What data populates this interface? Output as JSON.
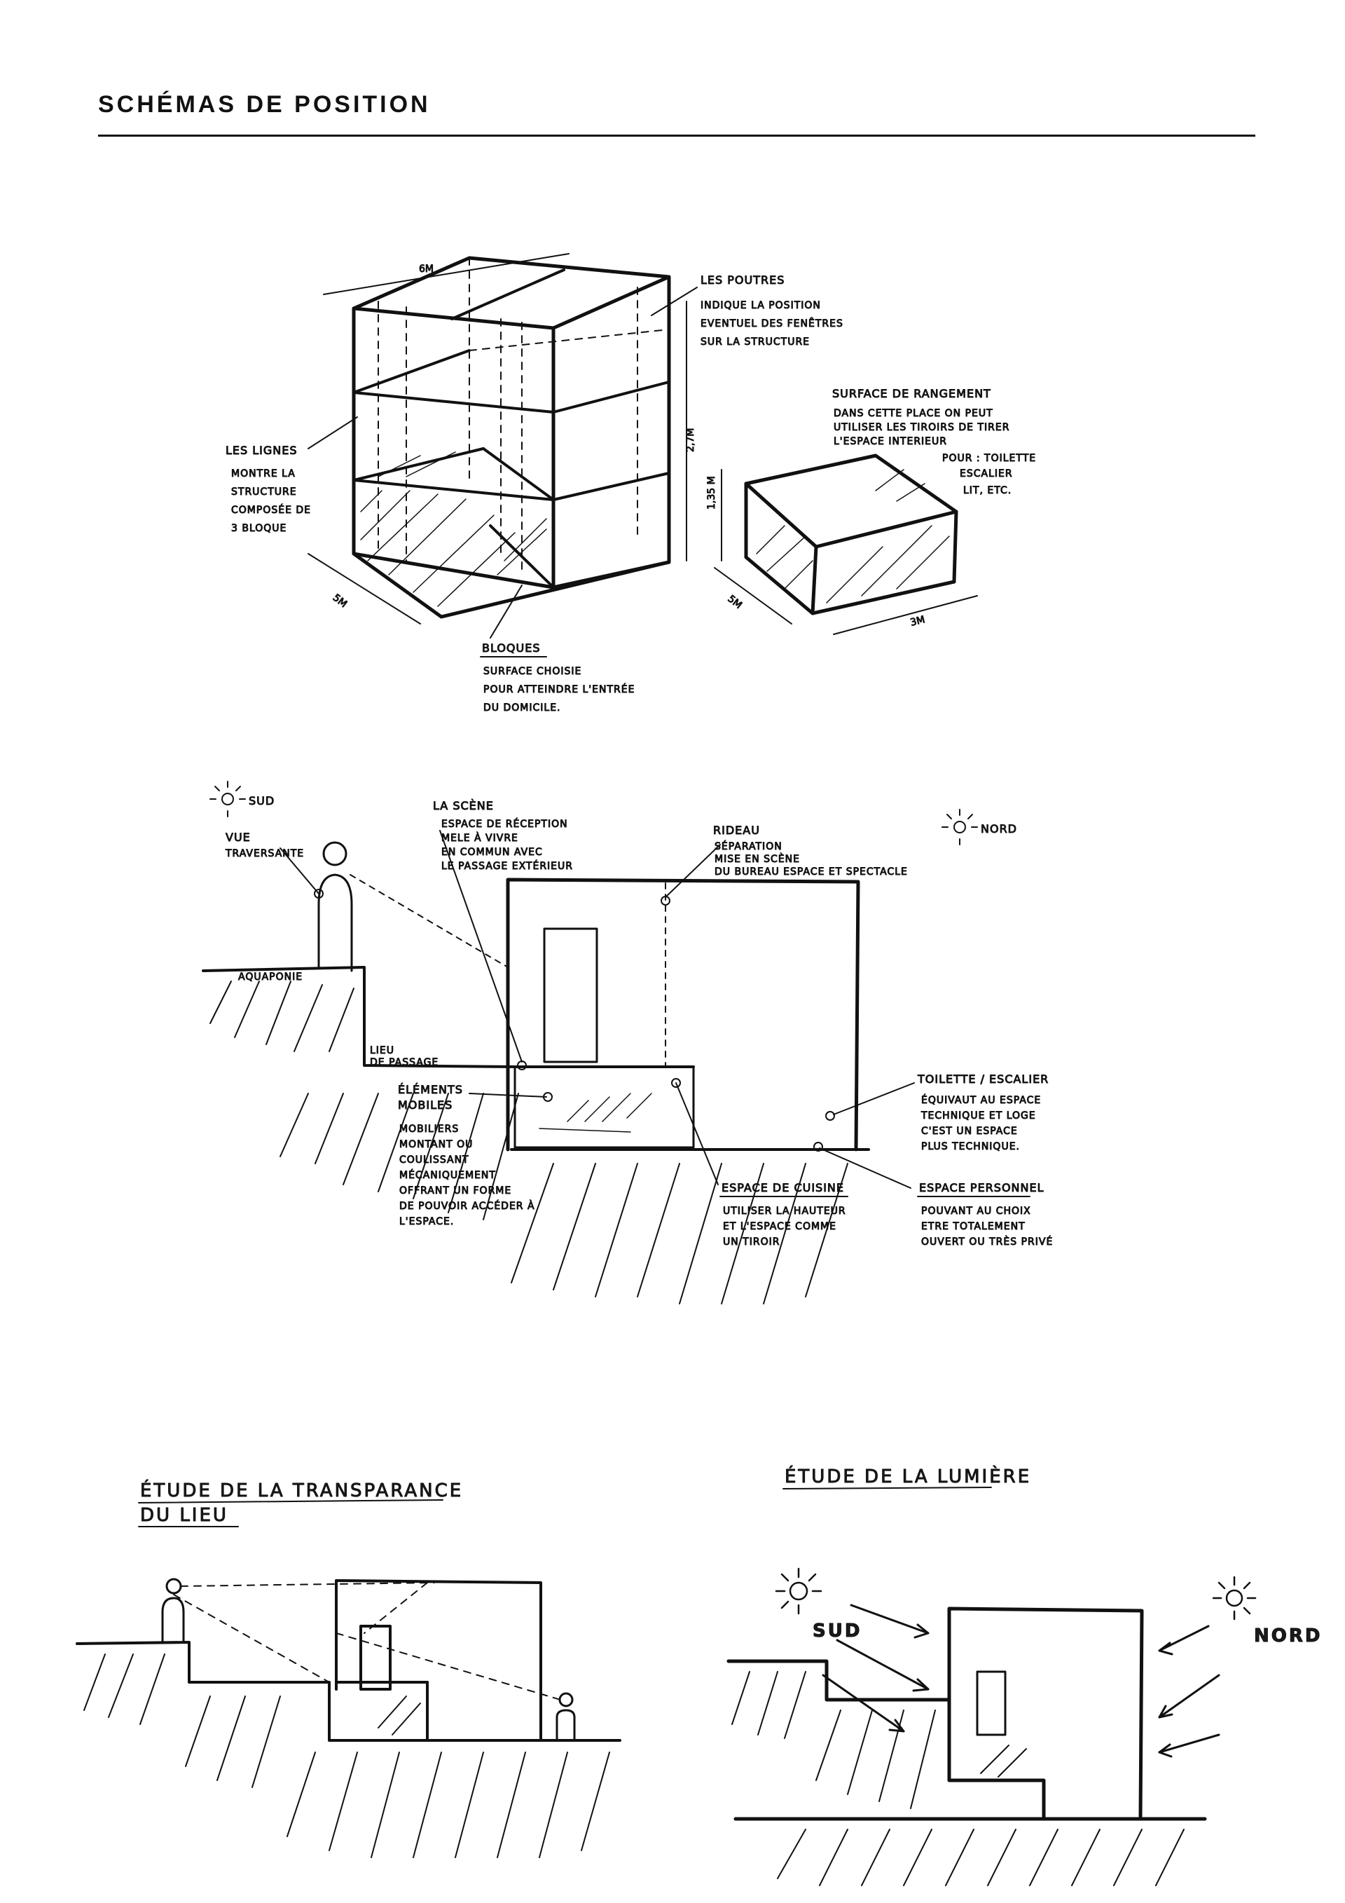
{
  "page": {
    "title": "SCHÉMAS DE POSITION"
  },
  "sketch1": {
    "dim_width": "6M",
    "dim_depth": "5M",
    "dim_height": "2,7M",
    "poutres": {
      "title": "LES POUTRES",
      "lines": [
        "INDIQUE LA POSITION",
        "EVENTUEL DES FENÊTRES",
        "SUR LA STRUCTURE"
      ]
    },
    "lignes": {
      "title": "LES LIGNES",
      "lines": [
        "MONTRE LA",
        "STRUCTURE",
        "COMPOSÉE DE",
        "3 BLOQUE"
      ]
    },
    "blocks": {
      "title": "BLOQUES",
      "lines": [
        "SURFACE CHOISIE",
        "POUR ATTEINDRE L'ENTRÉE",
        "DU DOMICILE."
      ]
    },
    "rangement": {
      "title": "SURFACE DE RANGEMENT",
      "lines": [
        "DANS CETTE PLACE ON PEUT",
        "UTILISER LES TIROIRS DE TIRER",
        "L'ESPACE INTERIEUR",
        "POUR : TOILETTE",
        "ESCALIER",
        "LIT, ETC."
      ]
    },
    "dim_small_height": "1,35 M",
    "dim_small_depth": "5M",
    "dim_small_width": "3M"
  },
  "sketch2": {
    "sud": "SUD",
    "nord": "NORD",
    "vue": {
      "title": "VUE",
      "title2": "TRAVERSANTE"
    },
    "aquaponie": "AQUAPONIE",
    "lieu": {
      "line1": "LIEU",
      "line2": "DE PASSAGE"
    },
    "scene": {
      "title": "LA SCÈNE",
      "lines": [
        "ESPACE DE RÉCEPTION",
        "MELE À VIVRE",
        "EN COMMUN AVEC",
        "LE PASSAGE EXTÉRIEUR"
      ]
    },
    "rideau": {
      "title": "RIDEAU",
      "lines": [
        "SÉPARATION",
        "MISE EN SCÈNE",
        "DU BUREAU ESPACE ET SPECTACLE"
      ]
    },
    "elements": {
      "title": "ÉLÉMENTS",
      "title2": "MOBILES",
      "lines": [
        "MOBILIERS",
        "MONTANT OU",
        "COULISSANT",
        "MÉCANIQUEMENT",
        "OFFRANT UN FORME",
        "DE POUVOIR ACCÉDER À",
        "L'ESPACE."
      ]
    },
    "toilette": {
      "title": "TOILETTE / ESCALIER",
      "lines": [
        "ÉQUIVAUT AU ESPACE",
        "TECHNIQUE ET LOGE",
        "C'EST UN ESPACE",
        "PLUS TECHNIQUE."
      ]
    },
    "cuisine": {
      "title": "ESPACE DE CUISINE",
      "lines": [
        "UTILISER LA HAUTEUR",
        "ET L'ESPACE COMME",
        "UN TIROIR"
      ]
    },
    "personnel": {
      "title": "ESPACE PERSONNEL",
      "lines": [
        "POUVANT AU CHOIX",
        "ETRE TOTALEMENT",
        "OUVERT OU TRÈS PRIVÉ"
      ]
    }
  },
  "sketch3": {
    "title_line1": "ÉTUDE DE LA TRANSPARANCE",
    "title_line2": "DU LIEU"
  },
  "sketch4": {
    "title": "ÉTUDE DE LA LUMIÈRE",
    "sud": "SUD",
    "nord": "NORD"
  }
}
